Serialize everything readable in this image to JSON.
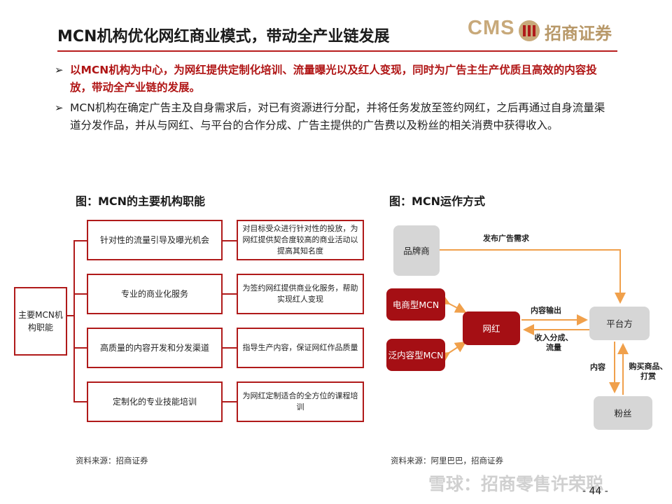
{
  "header": {
    "title": "MCN机构优化网红商业模式，带动全产业链发展",
    "logo_cms": "CMS",
    "logo_cn": "招商证券"
  },
  "bullets": [
    "以MCN机构为中心，为网红提供定制化培训、流量曝光以及红人变现，同时为广告主生产优质且高效的内容投放，带动全产业链的发展。",
    "MCN机构在确定广告主及自身需求后，对已有资源进行分配，并将任务发放至签约网红，之后再通过自身流量渠道分发作品，并从与网红、与平台的合作分成、广告主提供的广告费以及粉丝的相关消费中获得收入。"
  ],
  "left_figure": {
    "caption": "图：MCN的主要机构职能",
    "root": "主要MCN机构职能",
    "functions": [
      {
        "name": "针对性的流量引导及曝光机会",
        "desc": "对目标受众进行针对性的投放，为网红提供契合度较高的商业活动以提高其知名度"
      },
      {
        "name": "专业的商业化服务",
        "desc": "为签约网红提供商业化服务，帮助实现红人变现"
      },
      {
        "name": "高质量的内容开发和分发渠道",
        "desc": "指导生产内容，保证网红作品质量"
      },
      {
        "name": "定制化的专业技能培训",
        "desc": "为网红定制适合的全方位的课程培训"
      }
    ],
    "source": "资料来源：招商证券"
  },
  "right_figure": {
    "caption": "图：MCN运作方式",
    "nodes": {
      "brand": "品牌商",
      "ecommerce_mcn": "电商型MCN",
      "content_mcn": "泛内容型MCN",
      "influencer": "网红",
      "platform": "平台方",
      "fans": "粉丝"
    },
    "edge_labels": {
      "publish_ad": "发布广告需求",
      "content_output": "内容输出",
      "revenue_traffic": "收入分成、流量",
      "content": "内容",
      "purchase_tip": "购买商品、打赏"
    },
    "source": "资料来源：阿里巴巴，招商证券"
  },
  "page_number": "- 44 -",
  "watermark": "雪球：招商零售许荣聪",
  "colors": {
    "accent_red": "#b01a1a",
    "node_red": "#a50f14",
    "node_gray": "#d6d6d6",
    "arrow_orange": "#f0a04b",
    "logo_gold": "#c8a97a"
  }
}
